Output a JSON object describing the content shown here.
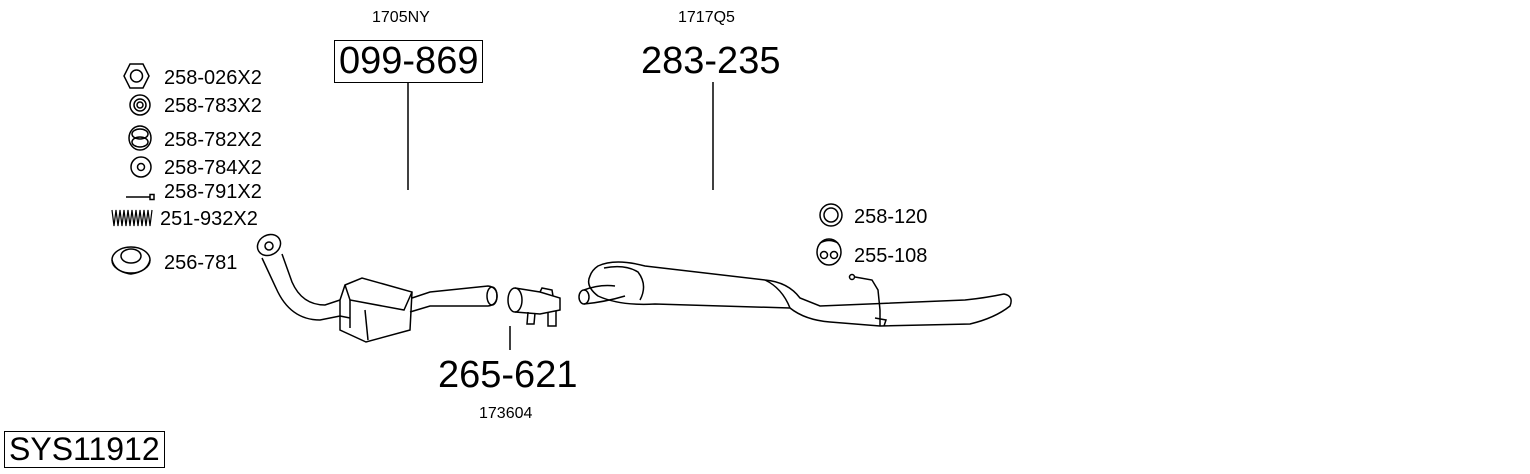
{
  "system_id": "SYS11912",
  "parts": {
    "catalyst": {
      "number": "099-869",
      "ref": "1705NY"
    },
    "middle_muffler": {
      "number": "283-235",
      "ref": "1717Q5"
    },
    "clamp": {
      "number": "265-621",
      "ref": "173604"
    }
  },
  "fittings_left": [
    {
      "label": "258-026X2",
      "icon": "hex-nut-icon"
    },
    {
      "label": "258-783X2",
      "icon": "washer-icon"
    },
    {
      "label": "258-782X2",
      "icon": "spring-washer-icon"
    },
    {
      "label": "258-784X2",
      "icon": "flat-washer-icon"
    },
    {
      "label": "258-791X2",
      "icon": "bolt-icon"
    },
    {
      "label": "251-932X2",
      "icon": "spring-icon"
    },
    {
      "label": "256-781",
      "icon": "gasket-ring-icon"
    }
  ],
  "fittings_right": [
    {
      "label": "258-120",
      "icon": "ring-icon"
    },
    {
      "label": "255-108",
      "icon": "rubber-mount-icon"
    }
  ]
}
